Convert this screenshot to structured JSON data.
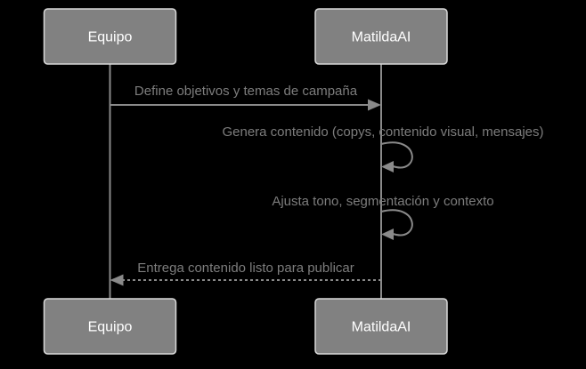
{
  "diagram": {
    "type": "sequence-diagram",
    "background_color": "#000000",
    "colors": {
      "actor_fill": "#818181",
      "actor_border": "#d9d9d9",
      "actor_text": "#ffffff",
      "line": "#8a8a8a",
      "message_text": "#7d7d7d"
    },
    "actors": [
      {
        "id": "equipo",
        "label": "Equipo"
      },
      {
        "id": "matildaai",
        "label": "MatildaAI"
      }
    ],
    "messages": [
      {
        "from": "Equipo",
        "to": "MatildaAI",
        "line_style": "solid",
        "text": "Define objetivos y temas de campaña"
      },
      {
        "from": "MatildaAI",
        "to": "MatildaAI",
        "line_style": "self-loop",
        "text": "Genera contenido (copys, contenido visual, mensajes)"
      },
      {
        "from": "MatildaAI",
        "to": "MatildaAI",
        "line_style": "self-loop",
        "text": "Ajusta tono, segmentación y contexto"
      },
      {
        "from": "MatildaAI",
        "to": "Equipo",
        "line_style": "dashed",
        "text": "Entrega contenido listo para publicar"
      }
    ]
  }
}
